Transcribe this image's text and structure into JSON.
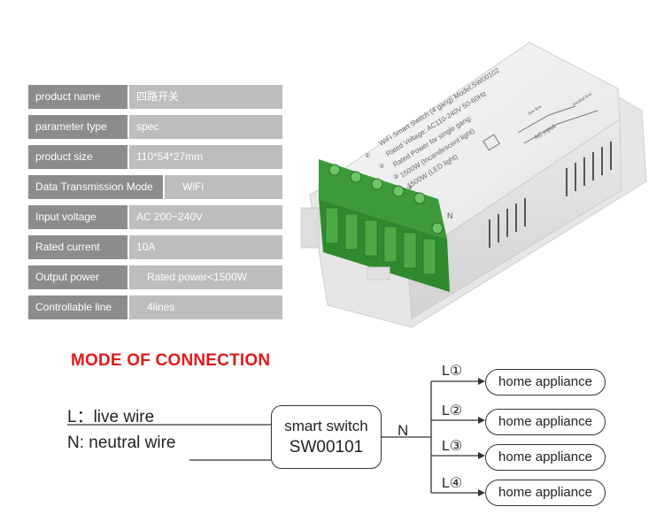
{
  "specs": [
    {
      "label": "product name",
      "value": "四路开关"
    },
    {
      "label": "parameter type",
      "value": "spec"
    },
    {
      "label": "product size",
      "value": "110*54*27mm"
    },
    {
      "label": "Data Transmission Mode",
      "value": "WiFi"
    },
    {
      "label": "Input voltage",
      "value": "AC 200~240V"
    },
    {
      "label": "Rated current",
      "value": "10A"
    },
    {
      "label": "Output power",
      "value": "Rated power<1500W"
    },
    {
      "label": "Controllable line",
      "value": "4lines"
    }
  ],
  "device_label": {
    "line1": "WiFi Smart Switch (4 gang)   Model:SW00102",
    "line2": "Rated Voltage: AC110-240V 50-60Hz",
    "line3": "Rated Power for single gang:",
    "line4": "1500W (Incandescent light)",
    "line5": "1500W (LED light)",
    "ac_input": "AC input",
    "live_line": "live line",
    "neutral_line": "neutral line"
  },
  "connection": {
    "title": "MODE OF CONNECTION",
    "live": "L：live wire",
    "neutral": "N: neutral wire",
    "switch_line1": "smart switch",
    "switch_line2": "SW00101",
    "n_label": "N",
    "outputs": [
      {
        "line": "L①",
        "appliance": "home appliance"
      },
      {
        "line": "L②",
        "appliance": "home appliance"
      },
      {
        "line": "L③",
        "appliance": "home appliance"
      },
      {
        "line": "L④",
        "appliance": "home appliance"
      }
    ]
  }
}
